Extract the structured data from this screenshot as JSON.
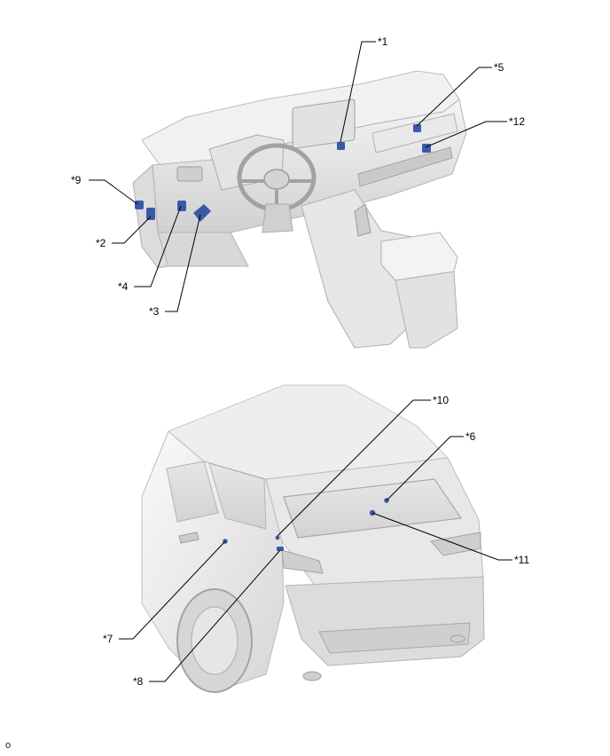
{
  "callouts": {
    "c1": "*1",
    "c2": "*2",
    "c3": "*3",
    "c4": "*4",
    "c5": "*5",
    "c6": "*6",
    "c7": "*7",
    "c8": "*8",
    "c9": "*9",
    "c10": "*10",
    "c11": "*11",
    "c12": "*12"
  },
  "footer": {
    "code": "o"
  },
  "colors": {
    "component": "#3a5aa8",
    "body_light": "#eeeeee",
    "body_mid": "#dcdcdc",
    "body_dark": "#c4c4c4"
  }
}
